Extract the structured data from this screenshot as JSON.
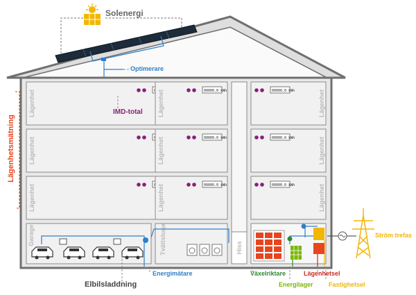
{
  "labels": {
    "solar": "Solenergi",
    "optimizer": "Optimerare",
    "imd_total": "IMD-total",
    "apartment_metering": "Lägenhetsmätning",
    "ev_charging": "Elbilsladdning",
    "energy_meter": "Energimätare",
    "inverter": "Växelriktare",
    "energy_storage": "Energilager",
    "apartment_fuse": "Lägenhetsel",
    "property_electricity": "Fastighetsel",
    "three_phase": "Ström trefas"
  },
  "rooms": {
    "apartment": "Lägenhet",
    "garage": "Garage",
    "laundry": "Tvättstuga",
    "elevator": "Hiss"
  },
  "meter": {
    "display": "00000.0",
    "unit": "kWh"
  },
  "colors": {
    "solar": "#f2b705",
    "optimizer_line": "#2f7fc8",
    "imd": "#8a1f7a",
    "metering": "#e8451e",
    "ev": "#333333",
    "energy_meter": "#2f7fc8",
    "inverter": "#2f8a2f",
    "storage": "#7ab800",
    "apartment_fuse": "#cc2a1f",
    "property": "#f2b705",
    "three_phase": "#f2b705",
    "wall": "#6f6f6f",
    "room_fill": "#f1f1f1"
  }
}
